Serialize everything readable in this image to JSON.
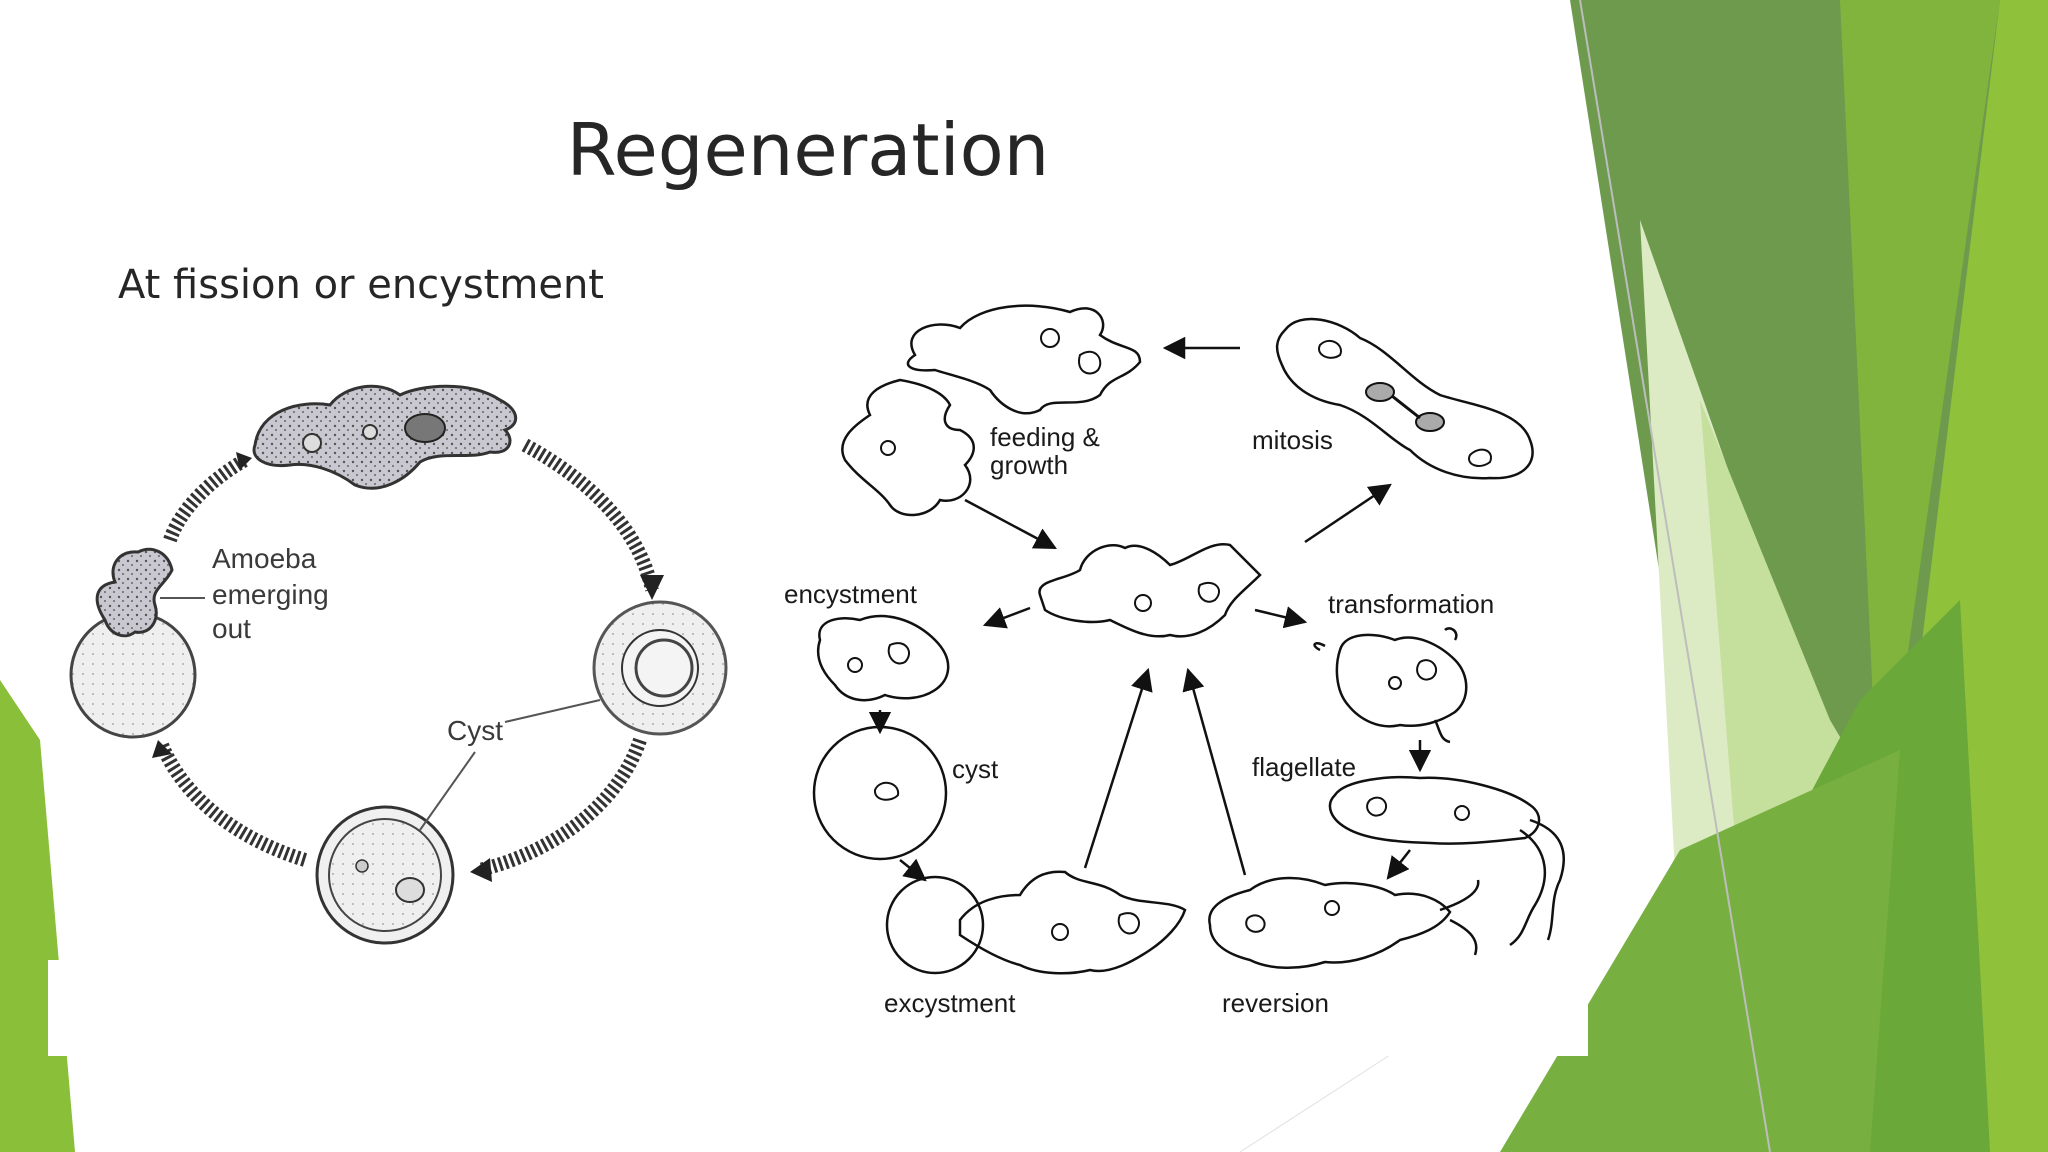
{
  "slide": {
    "title": "Regeneration",
    "subtitle": "At fission or encystment"
  },
  "left_diagram": {
    "labels": {
      "emerging_line1": "Amoeba",
      "emerging_line2": "emerging",
      "emerging_line3": "out",
      "cyst": "Cyst"
    }
  },
  "right_diagram": {
    "labels": {
      "feeding_line1": "feeding &",
      "feeding_line2": "growth",
      "mitosis": "mitosis",
      "encystment": "encystment",
      "transformation": "transformation",
      "cyst": "cyst",
      "flagellate": "flagellate",
      "excystment": "excystment",
      "reversion": "reversion"
    }
  },
  "colors": {
    "background": "#ffffff",
    "text": "#262626",
    "green_dark": "#5f8f3e",
    "green_mid": "#76ab3c",
    "green_bright": "#8dc03a",
    "green_light": "#c9e0a5"
  }
}
